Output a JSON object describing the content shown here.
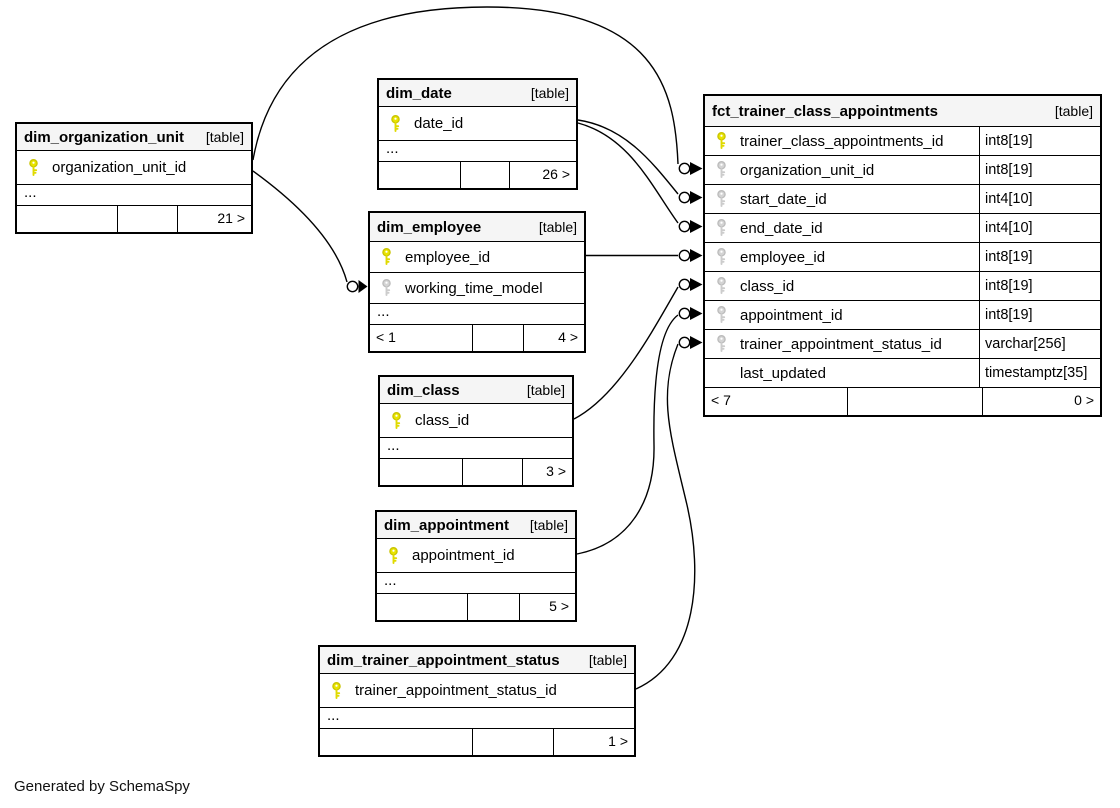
{
  "note": "Generated by SchemaSpy",
  "colors": {
    "primary_key": "#e9e400",
    "foreign_key": "#cccccc",
    "header_bg": "#f5f5f5",
    "line": "#000000"
  },
  "tables": {
    "org": {
      "name": "dim_organization_unit",
      "badge": "[table]",
      "ellipsis": "...",
      "columns": [
        {
          "name": "organization_unit_id",
          "key": "pk"
        }
      ],
      "pager": {
        "left": "",
        "mid": "",
        "right": "21 >"
      }
    },
    "date": {
      "name": "dim_date",
      "badge": "[table]",
      "ellipsis": "...",
      "columns": [
        {
          "name": "date_id",
          "key": "pk"
        }
      ],
      "pager": {
        "left": "",
        "mid": "",
        "right": "26 >"
      }
    },
    "employee": {
      "name": "dim_employee",
      "badge": "[table]",
      "ellipsis": "...",
      "columns": [
        {
          "name": "employee_id",
          "key": "pk"
        },
        {
          "name": "working_time_model",
          "key": "fk"
        }
      ],
      "pager": {
        "left": "< 1",
        "mid": "",
        "right": "4 >"
      }
    },
    "class": {
      "name": "dim_class",
      "badge": "[table]",
      "ellipsis": "...",
      "columns": [
        {
          "name": "class_id",
          "key": "pk"
        }
      ],
      "pager": {
        "left": "",
        "mid": "",
        "right": "3 >"
      }
    },
    "appointment": {
      "name": "dim_appointment",
      "badge": "[table]",
      "ellipsis": "...",
      "columns": [
        {
          "name": "appointment_id",
          "key": "pk"
        }
      ],
      "pager": {
        "left": "",
        "mid": "",
        "right": "5 >"
      }
    },
    "status": {
      "name": "dim_trainer_appointment_status",
      "badge": "[table]",
      "ellipsis": "...",
      "columns": [
        {
          "name": "trainer_appointment_status_id",
          "key": "pk"
        }
      ],
      "pager": {
        "left": "",
        "mid": "",
        "right": "1 >"
      }
    },
    "fact": {
      "name": "fct_trainer_class_appointments",
      "badge": "[table]",
      "columns": [
        {
          "name": "trainer_class_appointments_id",
          "type": "int8[19]",
          "key": "pk"
        },
        {
          "name": "organization_unit_id",
          "type": "int8[19]",
          "key": "fk"
        },
        {
          "name": "start_date_id",
          "type": "int4[10]",
          "key": "fk"
        },
        {
          "name": "end_date_id",
          "type": "int4[10]",
          "key": "fk"
        },
        {
          "name": "employee_id",
          "type": "int8[19]",
          "key": "fk"
        },
        {
          "name": "class_id",
          "type": "int8[19]",
          "key": "fk"
        },
        {
          "name": "appointment_id",
          "type": "int8[19]",
          "key": "fk"
        },
        {
          "name": "trainer_appointment_status_id",
          "type": "varchar[256]",
          "key": "fk"
        },
        {
          "name": "last_updated",
          "type": "timestamptz[35]",
          "key": "none"
        }
      ],
      "pager": {
        "left": "< 7",
        "mid": "",
        "right": "0 >"
      }
    }
  }
}
